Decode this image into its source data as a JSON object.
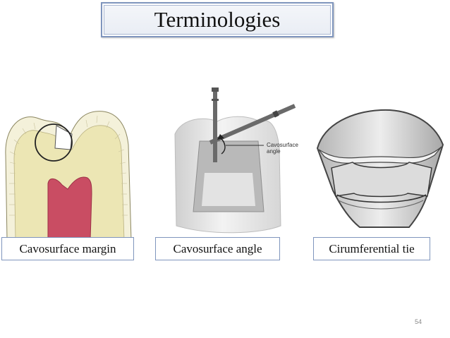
{
  "slide": {
    "title": "Terminologies",
    "page_number": "54"
  },
  "figures": [
    {
      "caption": "Cavosurface margin"
    },
    {
      "caption": "Cavosurface angle",
      "annotation_lines": [
        "Cavosurface",
        "angle"
      ]
    },
    {
      "caption": "Cirumferential tie"
    }
  ],
  "colors": {
    "frame_border": "#7f95bd",
    "enamel": "#f4f1da",
    "dentin": "#ece6b4",
    "pulp": "#c94d63",
    "instrument": "#6a6a6a"
  }
}
